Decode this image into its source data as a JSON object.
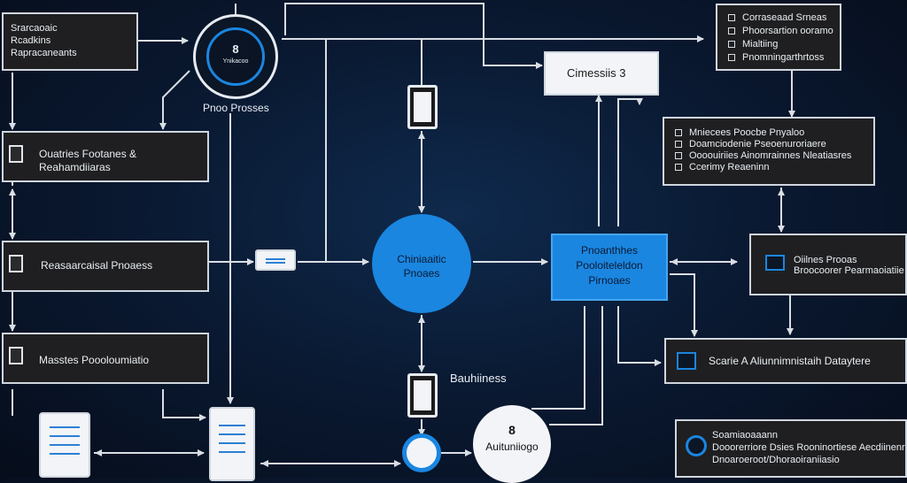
{
  "boxes": {
    "top_left": [
      "Srarcaoaic",
      "Rcadkins",
      "Rapracaneants"
    ],
    "outsies": [
      "Ouatries Footanes  &",
      "Reahamdiiaras"
    ],
    "researched": "Reasaarcaisal Pnoaess",
    "mastes": "Masstes Poooloumiatio",
    "top_right": [
      "Corraseaad Srneas",
      "Phoorsartion ooramo",
      "Mialtiing",
      "Pnomningarthrtoss"
    ],
    "mises": [
      "Mniecees Poocbe Pnyaloo",
      "Doamciodenie Pseoenuroriaere",
      "Oooouiriies Ainomrainnes  Nleatiasres",
      "Ccerimy Reaeninn"
    ],
    "ouines": [
      "Oiilnes Prooas",
      "Broocoorer Pearmaoiatiie"
    ],
    "scarle": "Scarie  A Aliunnimnistaih Dataytere",
    "bottom_right": [
      "Soamiaoaaann",
      "Dooorerriore Dsies Rooninortiese Aecdiinenr",
      "Dnoaroeroot/Dhoraoiraniiasio"
    ],
    "cimessis": "Cimessiis 3",
    "chronatic": [
      "Pnoanthhes",
      "Pooloiteleldon",
      "Pirnoaes"
    ]
  },
  "circles": {
    "process_number": "8",
    "process_inner": "Ynikacoo",
    "process_caption": "Pnoo Prosses",
    "center": [
      "Chiniaaitic",
      "Pnoaes"
    ],
    "bottom_number": "8",
    "bottom_label": "Auituniiogo"
  },
  "labels": {
    "bulihess": "Bauhiiness"
  },
  "colors": {
    "accent": "#1a86e0",
    "line": "#d9dee5",
    "box": "#1f1f21"
  }
}
